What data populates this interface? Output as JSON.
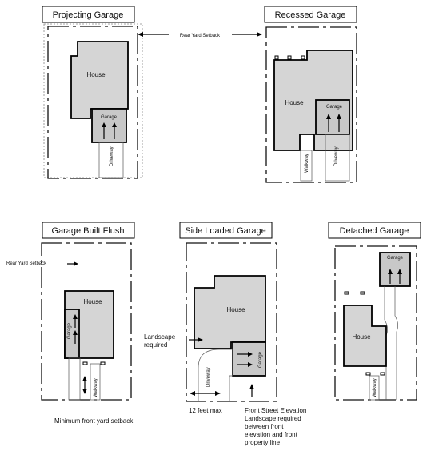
{
  "titles": {
    "projecting": "Projecting Garage",
    "recessed": "Recessed Garage",
    "flush": "Garage Built Flush",
    "side": "Side Loaded Garage",
    "detached": "Detached Garage"
  },
  "labels": {
    "house": "House",
    "garage": "Garage",
    "driveway": "Driveway",
    "walkway": "Walkway",
    "rear_setback": "Rear Yard Setback",
    "front_setback": "Minimum front yard setback",
    "landscape_line1": "Landscape",
    "landscape_line2": "required",
    "twelve_feet": "12 feet max",
    "front_elev_line1": "Front Street Elevation",
    "front_elev_line2": "Landscape required",
    "front_elev_line3": "between front",
    "front_elev_line4": "elevation and front",
    "front_elev_line5": "property line"
  }
}
